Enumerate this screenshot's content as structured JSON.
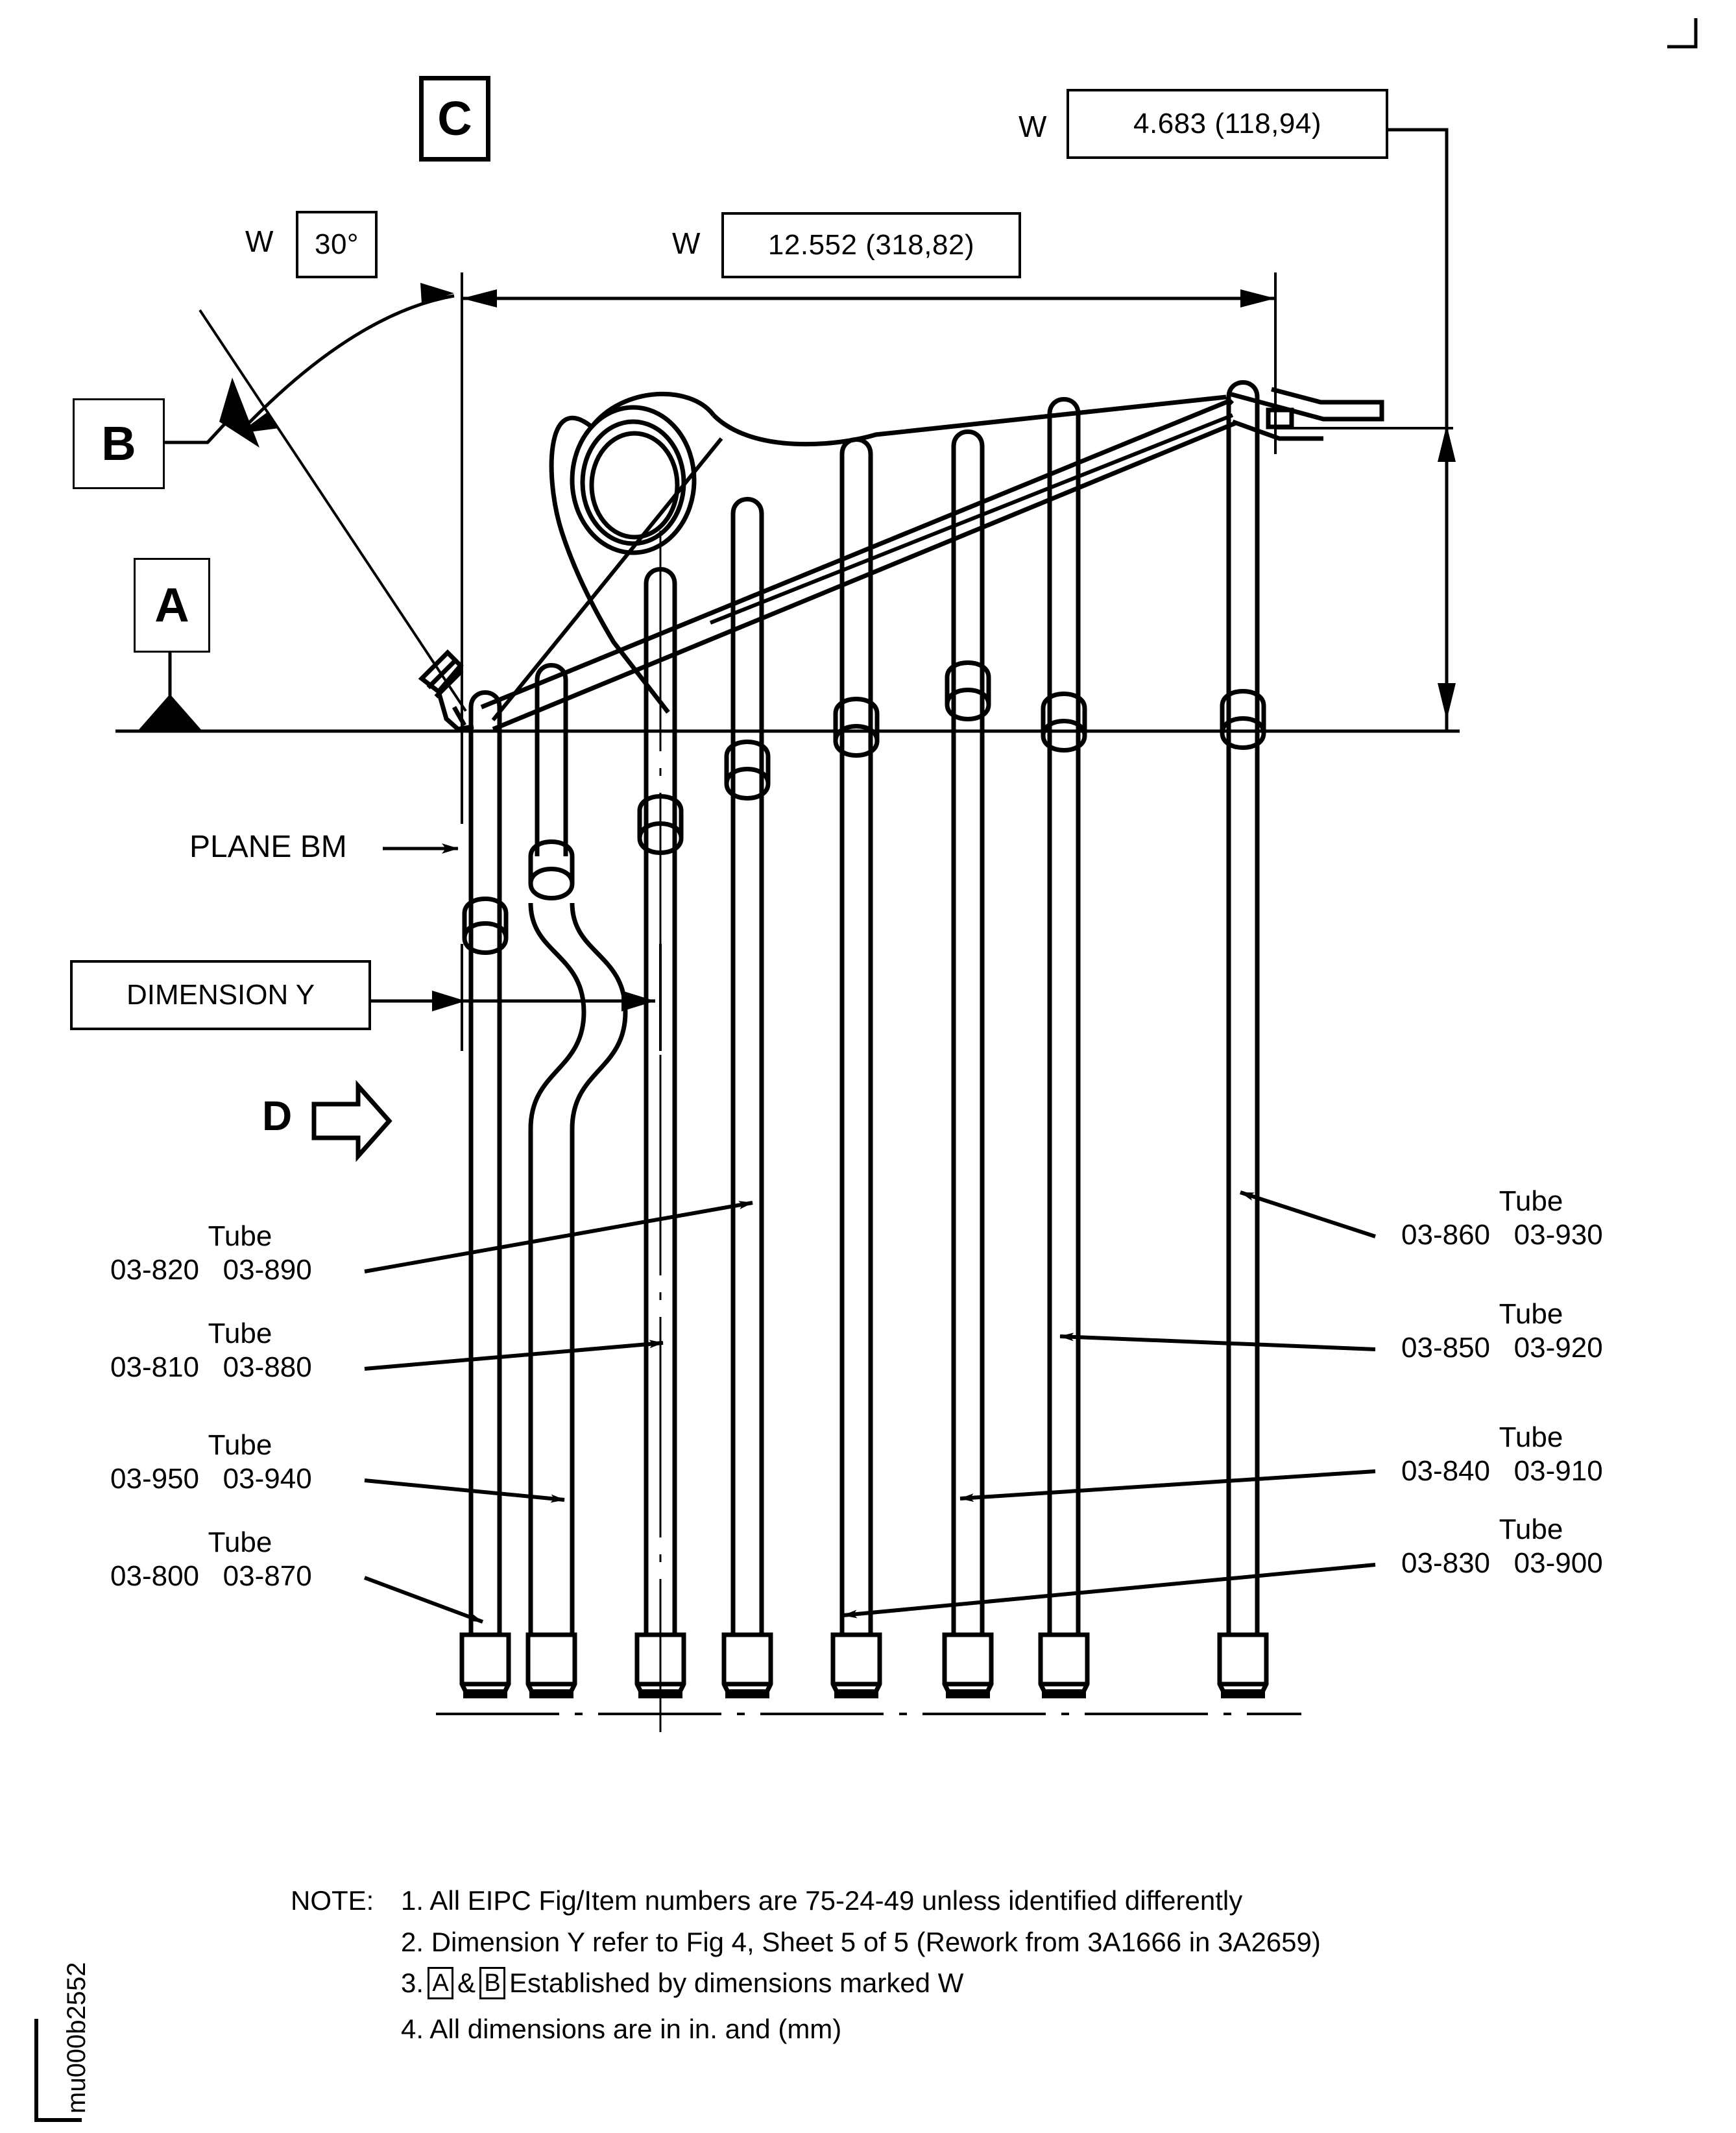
{
  "sheet": {
    "figure_id": "mu000b2552"
  },
  "datums": {
    "c": "C",
    "b": "B",
    "a": "A",
    "d": "D"
  },
  "dimensions": {
    "w_label": "W",
    "angle": "30°",
    "horizontal": "12.552 (318,82)",
    "vertical": "4.683 (118,94)"
  },
  "labels": {
    "plane_bm": "PLANE BM",
    "dimension_y": "DIMENSION Y"
  },
  "tubes_left": [
    {
      "title": "Tube",
      "numbers": "03-820   03-890"
    },
    {
      "title": "Tube",
      "numbers": "03-810   03-880"
    },
    {
      "title": "Tube",
      "numbers": "03-950   03-940"
    },
    {
      "title": "Tube",
      "numbers": "03-800   03-870"
    }
  ],
  "tubes_right": [
    {
      "title": "Tube",
      "numbers": "03-860   03-930"
    },
    {
      "title": "Tube",
      "numbers": "03-850   03-920"
    },
    {
      "title": "Tube",
      "numbers": "03-840   03-910"
    },
    {
      "title": "Tube",
      "numbers": "03-830   03-900"
    }
  ],
  "notes": {
    "heading": "NOTE:",
    "n1": "1. All EIPC Fig/Item numbers are 75-24-49 unless identified differently",
    "n2": "2. Dimension Y refer to Fig 4, Sheet 5 of 5 (Rework from 3A1666 in 3A2659)",
    "n3_num": "3.",
    "n3_a": "A",
    "n3_amp": "&",
    "n3_b": "B",
    "n3_tail": "Established by dimensions marked W",
    "n4": "4. All dimensions are in in. and (mm)"
  }
}
